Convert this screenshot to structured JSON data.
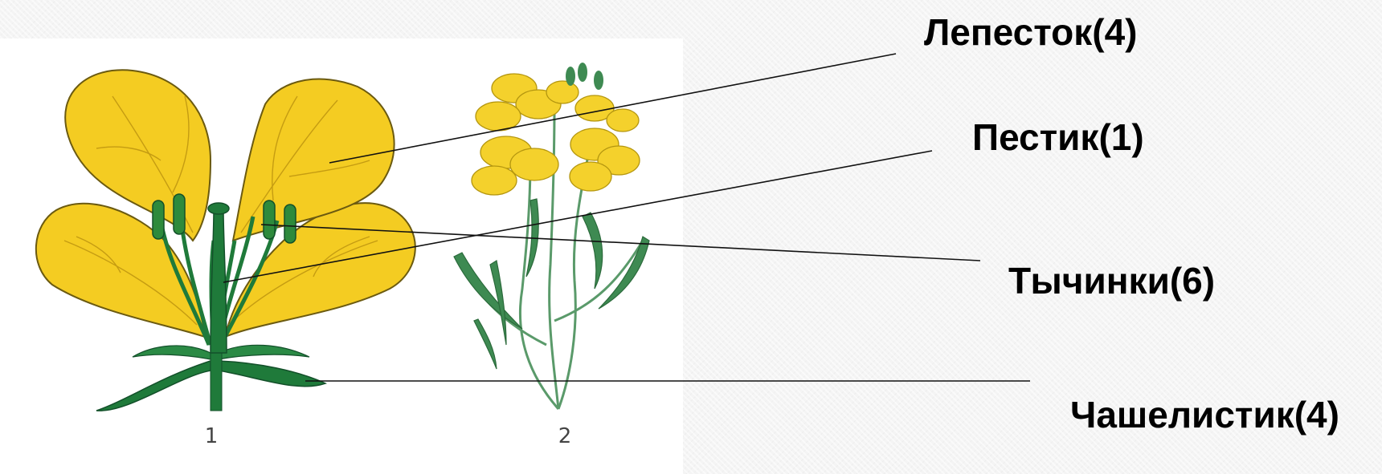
{
  "labels": {
    "petal": "Лепесток(4)",
    "pistil": "Пестик(1)",
    "stamens": "Тычинки(6)",
    "sepal": "Чашелистик(4)"
  },
  "figure_numbers": {
    "flower": "1",
    "plant": "2"
  },
  "colors": {
    "petal_fill": "#f4cc22",
    "petal_outline": "#6b5a10",
    "green": "#1f7a3a",
    "line": "#111111"
  }
}
